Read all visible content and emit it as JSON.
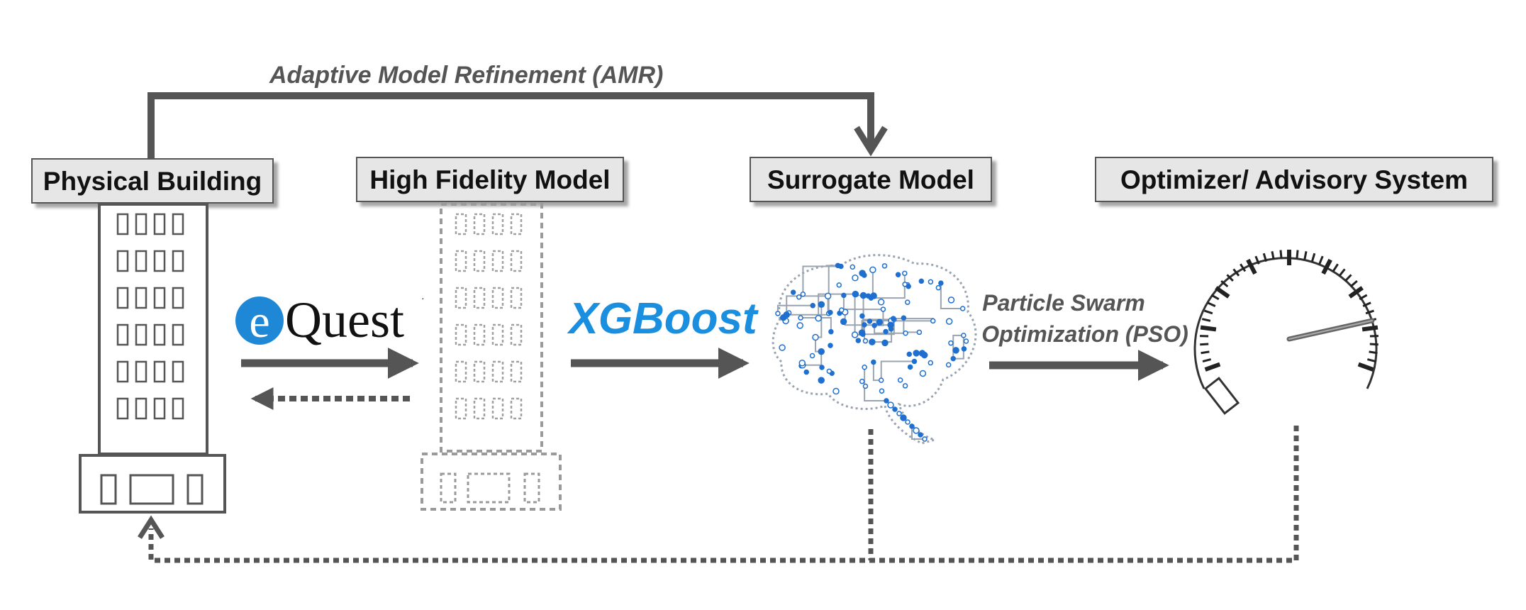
{
  "diagram": {
    "loop_label": "Adaptive Model Refinement (AMR)",
    "stages": [
      {
        "label": "Physical Building"
      },
      {
        "label": "High Fidelity Model"
      },
      {
        "label": "Surrogate Model"
      },
      {
        "label": "Optimizer/ Advisory System"
      }
    ],
    "equest": {
      "e": "e",
      "rest": "Quest"
    },
    "xgboost": "XGBoost",
    "pso_line1": "Particle Swarm",
    "pso_line2": "Optimization (PSO)"
  },
  "colors": {
    "box_fill": "#e6e6e6",
    "box_border": "#555555",
    "arrow": "#555555",
    "equest_blue": "#1e88d6",
    "xgboost_blue": "#1a8fe0",
    "brain_blue": "#1e6fd0",
    "brain_gray": "#9aa4b0"
  },
  "icons": {
    "building": "building-icon",
    "model_building": "dashed-building-icon",
    "brain": "neural-brain-icon",
    "gauge": "speedometer-icon"
  }
}
